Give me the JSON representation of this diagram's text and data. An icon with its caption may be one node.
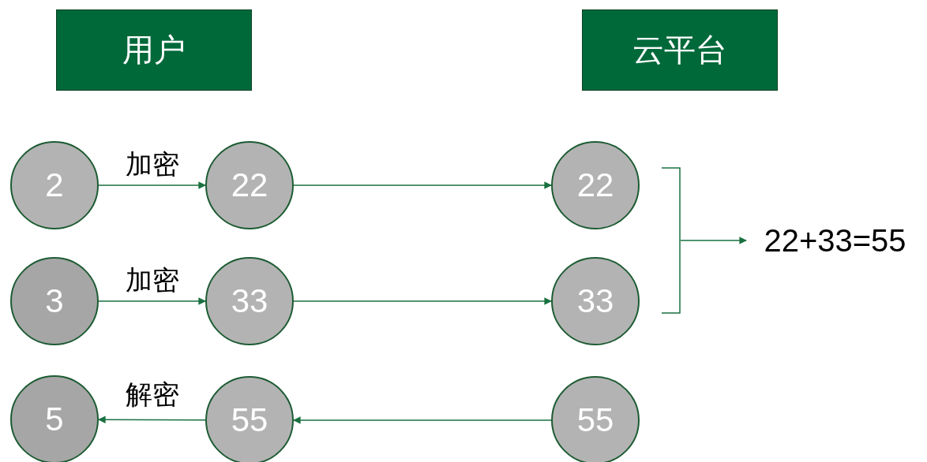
{
  "diagram": {
    "nodes": [
      {
        "text": [
          "用户"
        ]
      },
      {
        "text": [
          "云平台"
        ]
      },
      {
        "text": [
          "2"
        ]
      },
      {
        "text": [
          "22"
        ]
      },
      {
        "text": [
          "22"
        ]
      },
      {
        "text": [
          "3"
        ]
      },
      {
        "text": [
          "33"
        ]
      },
      {
        "text": [
          "33"
        ]
      },
      {
        "text": [
          "5"
        ]
      },
      {
        "text": [
          "55"
        ]
      },
      {
        "text": [
          "55"
        ]
      },
      {
        "text": [],
        "shape": "bracket"
      },
      {
        "text": [
          "22+33=55"
        ]
      }
    ],
    "edges": [
      {
        "from": 2,
        "to": 3,
        "arrow": "to",
        "label": "加密"
      },
      {
        "from": 3,
        "to": 4,
        "arrow": "to"
      },
      {
        "from": 5,
        "to": 6,
        "arrow": "to",
        "label": "加密"
      },
      {
        "from": 6,
        "to": 7,
        "arrow": "to"
      },
      {
        "from": 10,
        "to": 9,
        "arrow": "to"
      },
      {
        "from": 9,
        "to": 8,
        "arrow": "to",
        "label": "解密"
      },
      {
        "from": 11,
        "to": 12,
        "arrow": "to"
      }
    ]
  }
}
